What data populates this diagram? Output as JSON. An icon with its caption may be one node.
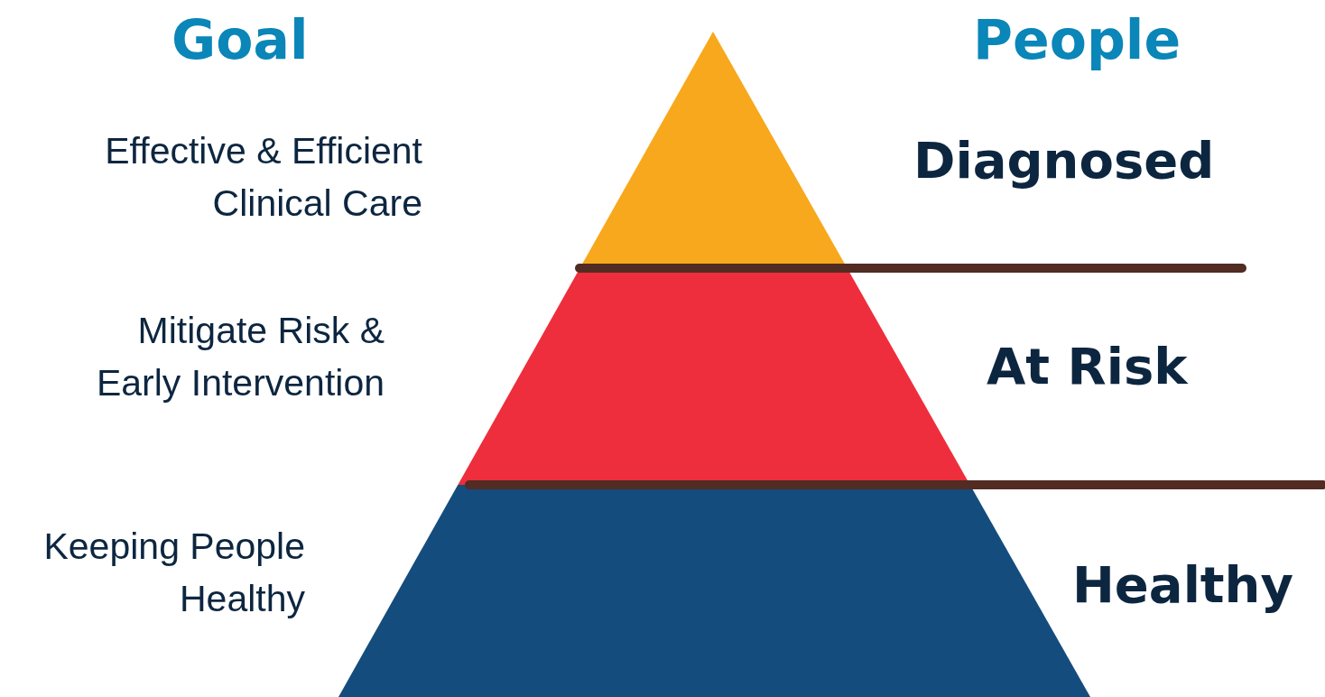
{
  "diagram": {
    "nodes": [
      {
        "text": [],
        "shape": "triangle"
      },
      {
        "text": [],
        "shape": "band"
      },
      {
        "text": [],
        "shape": "band"
      }
    ],
    "edges": [],
    "labels": [
      "Goal",
      "People",
      "Effective & Efficient Clinical Care",
      "Diagnosed",
      "Mitigate Risk & Early Intervention",
      "At Risk",
      "Keeping People Healthy",
      "Healthy"
    ]
  }
}
